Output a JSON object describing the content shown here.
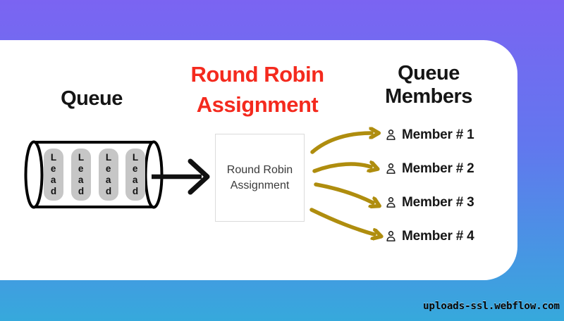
{
  "watermark": "uploads-ssl.webflow.com",
  "colors": {
    "background_top": "#7B64F2",
    "background_bottom": "#36A9DC",
    "card": "#FFFFFF",
    "accent_red": "#F42A1E",
    "arrow_gold": "#AF8D0E",
    "arrow_black": "#111111",
    "pill_gray": "#C6C6C6"
  },
  "diagram": {
    "queue": {
      "title": "Queue",
      "leads": [
        "Lead",
        "Lead",
        "Lead",
        "Lead"
      ]
    },
    "processor": {
      "heading": "Round Robin Assignment",
      "box_label": "Round Robin Assignment"
    },
    "members": {
      "heading": "Queue Members",
      "items": [
        {
          "icon": "person-icon",
          "label": "Member # 1"
        },
        {
          "icon": "person-icon",
          "label": "Member # 2"
        },
        {
          "icon": "person-icon",
          "label": "Member # 3"
        },
        {
          "icon": "person-icon",
          "label": "Member # 4"
        }
      ]
    }
  }
}
